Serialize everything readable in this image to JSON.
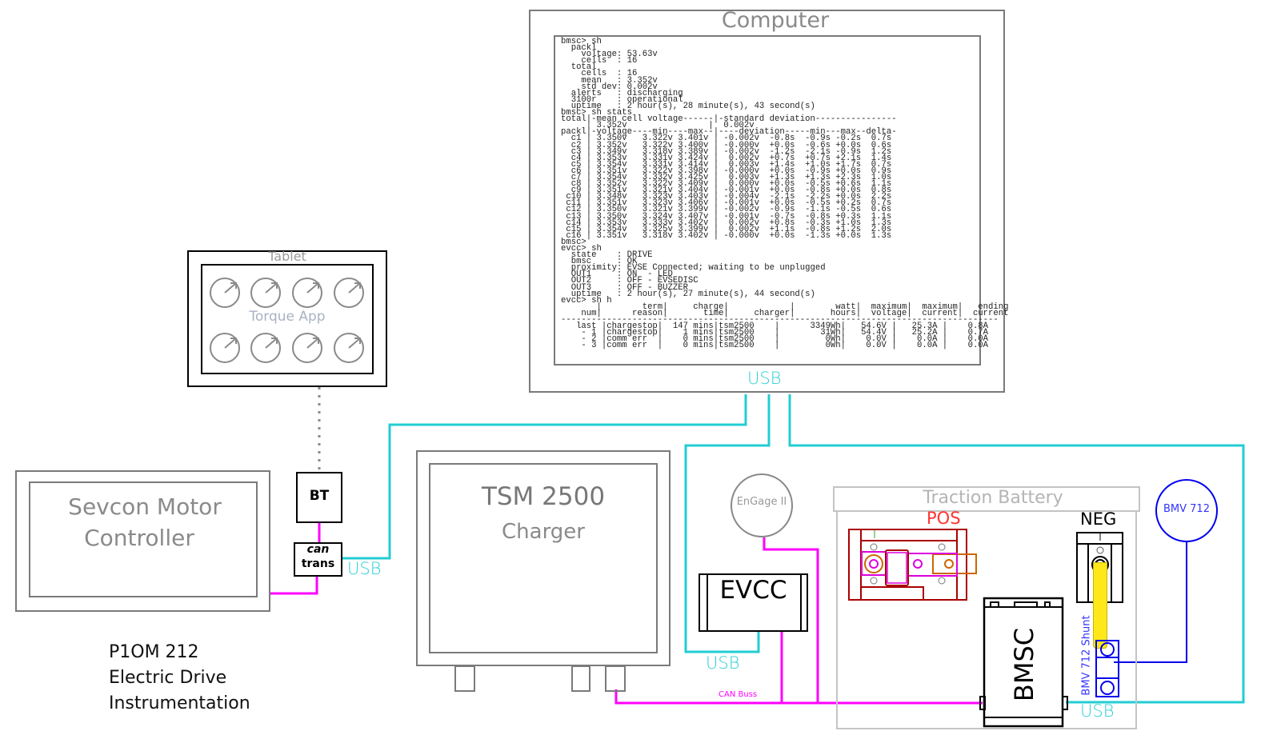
{
  "diagram_title": [
    "P1OM 212",
    "Electric Drive",
    "Instrumentation"
  ],
  "computer": {
    "title": "Computer",
    "terminal": {
      "bmsc_sh": {
        "prompt": "bmsc> sh",
        "pack_name": "packl",
        "pack_voltage": "53.63v",
        "pack_cells": "16",
        "total_cells": "16",
        "total_mean": "3.352v",
        "total_std_dev": "0.002v",
        "alerts": "discharging",
        "module_3100r": "operational",
        "uptime": "2 hour(s), 28 minute(s), 43 second(s)"
      },
      "bmsc_sh_stats": {
        "prompt": "bmsc> sh stats",
        "total_mean_cell_voltage": "3.352v",
        "total_standard_deviation": "0.002v",
        "columns": [
          "voltage",
          "min",
          "max",
          "deviation",
          "min",
          "max",
          "delta"
        ],
        "cells": [
          {
            "id": "c1",
            "voltage": "3.350v",
            "min": "3.322v",
            "max": "3.401v",
            "dev": "-0.002v",
            "dev_t": "-0.8s",
            "min_t": "-0.9s",
            "max_t": "-0.2s",
            "delta": "0.7s"
          },
          {
            "id": "c2",
            "voltage": "3.352v",
            "min": "3.322v",
            "max": "3.400v",
            "dev": "-0.000v",
            "dev_t": "+0.0s",
            "min_t": "-0.6s",
            "max_t": "+0.0s",
            "delta": "0.6s"
          },
          {
            "id": "c3",
            "voltage": "3.349v",
            "min": "3.318v",
            "max": "3.389v",
            "dev": "-0.002v",
            "dev_t": "-1.2s",
            "min_t": "-2.1s",
            "max_t": "-0.9s",
            "delta": "1.2s"
          },
          {
            "id": "c4",
            "voltage": "3.353v",
            "min": "3.331v",
            "max": "3.424v",
            "dev": "0.002v",
            "dev_t": "+0.7s",
            "min_t": "+0.7s",
            "max_t": "+2.1s",
            "delta": "1.4s"
          },
          {
            "id": "c5",
            "voltage": "3.354v",
            "min": "3.331v",
            "max": "3.414v",
            "dev": "0.003v",
            "dev_t": "+1.4s",
            "min_t": "+1.0s",
            "max_t": "+1.7s",
            "delta": "0.7s"
          },
          {
            "id": "c6",
            "voltage": "3.351v",
            "min": "3.322v",
            "max": "3.398v",
            "dev": "-0.000v",
            "dev_t": "+0.0s",
            "min_t": "-0.9s",
            "max_t": "+0.0s",
            "delta": "0.9s"
          },
          {
            "id": "c7",
            "voltage": "3.354v",
            "min": "3.332v",
            "max": "3.425v",
            "dev": "0.003v",
            "dev_t": "+1.3s",
            "min_t": "+1.3s",
            "max_t": "+2.3s",
            "delta": "1.0s"
          },
          {
            "id": "c8",
            "voltage": "3.352v",
            "min": "3.322v",
            "max": "3.409v",
            "dev": "0.000v",
            "dev_t": "+0.0s",
            "min_t": "-0.5s",
            "max_t": "+0.6s",
            "delta": "1.1s"
          },
          {
            "id": "c9",
            "voltage": "3.351v",
            "min": "3.321v",
            "max": "3.404v",
            "dev": "-0.001v",
            "dev_t": "+0.0s",
            "min_t": "-0.8s",
            "max_t": "+0.0s",
            "delta": "0.8s"
          },
          {
            "id": "c10",
            "voltage": "3.348v",
            "min": "3.323v",
            "max": "3.403v",
            "dev": "-0.004v",
            "dev_t": "-2.1s",
            "min_t": "-2.2s",
            "max_t": "+0.0s",
            "delta": "2.2s"
          },
          {
            "id": "c11",
            "voltage": "3.351v",
            "min": "3.323v",
            "max": "3.406v",
            "dev": "-0.001v",
            "dev_t": "+0.0s",
            "min_t": "-0.5s",
            "max_t": "+0.2s",
            "delta": "0.7s"
          },
          {
            "id": "c12",
            "voltage": "3.350v",
            "min": "3.321v",
            "max": "3.399v",
            "dev": "-0.002v",
            "dev_t": "-0.9s",
            "min_t": "-1.1s",
            "max_t": "-0.5s",
            "delta": "0.6s"
          },
          {
            "id": "c13",
            "voltage": "3.350v",
            "min": "3.324v",
            "max": "3.407v",
            "dev": "-0.001v",
            "dev_t": "-0.7s",
            "min_t": "-0.8s",
            "max_t": "+0.3s",
            "delta": "1.1s"
          },
          {
            "id": "c14",
            "voltage": "3.353v",
            "min": "3.333v",
            "max": "3.402v",
            "dev": "0.002v",
            "dev_t": "+0.8s",
            "min_t": "-0.3s",
            "max_t": "+1.0s",
            "delta": "1.3s"
          },
          {
            "id": "c15",
            "voltage": "3.354v",
            "min": "3.325v",
            "max": "3.399v",
            "dev": "0.002v",
            "dev_t": "+1.1s",
            "min_t": "-0.8s",
            "max_t": "+1.2s",
            "delta": "2.0s"
          },
          {
            "id": "c16",
            "voltage": "3.351v",
            "min": "3.318v",
            "max": "3.402v",
            "dev": "-0.000v",
            "dev_t": "+0.0s",
            "min_t": "-1.3s",
            "max_t": "+0.0s",
            "delta": "1.3s"
          }
        ]
      },
      "bmsc_empty_prompt": "bmsc>",
      "evcc_sh": {
        "prompt": "evcc> sh",
        "state": "DRIVE",
        "bmsc": "OK",
        "proximity": "EVSE Connected; waiting to be unplugged",
        "out1": "ON  - LED",
        "out2": "OFF - EVSEDISC",
        "out3": "OFF - BUZZER",
        "uptime": "2 hour(s), 27 minute(s), 44 second(s)"
      },
      "evcc_sh_h": {
        "prompt": "evcc> sh h",
        "headers": [
          [
            "",
            "num"
          ],
          [
            "term",
            "reason"
          ],
          [
            "charge",
            "time"
          ],
          [
            "",
            "charger"
          ],
          [
            "watt",
            "hours"
          ],
          [
            "maximum",
            "voltage"
          ],
          [
            "maximum",
            "current"
          ],
          [
            "ending",
            "current"
          ]
        ],
        "rows": [
          {
            "num": "last",
            "reason": "chargestop",
            "time": "147 mins",
            "charger": "tsm2500",
            "wh": "3349Wh",
            "vmax": "54.6V",
            "imax": "25.3A",
            "iend": "0.8A"
          },
          {
            "num": "- 1",
            "reason": "chargestop",
            "time": "1 mins",
            "charger": "tsm2500",
            "wh": "31Wh",
            "vmax": "54.4V",
            "imax": "25.2A",
            "iend": "0.7A"
          },
          {
            "num": "- 2",
            "reason": "comm err",
            "time": "0 mins",
            "charger": "tsm2500",
            "wh": "0Wh",
            "vmax": "0.0V",
            "imax": "0.0A",
            "iend": "0.0A"
          },
          {
            "num": "- 3",
            "reason": "comm err",
            "time": "0 mins",
            "charger": "tsm2500",
            "wh": "0Wh",
            "vmax": "0.0V",
            "imax": "0.0A",
            "iend": "0.0A"
          }
        ]
      }
    }
  },
  "tablet": {
    "title": "Tablet",
    "app": "Torque App",
    "gauge_count": 8
  },
  "bt": {
    "label": "BT"
  },
  "can_trans": {
    "label_line1": "can",
    "label_line2": "trans"
  },
  "motor_controller": {
    "line1": "Sevcon Motor",
    "line2": "Controller"
  },
  "charger": {
    "line1": "TSM 2500",
    "line2": "Charger"
  },
  "engage": {
    "label": "EnGage II"
  },
  "evcc": {
    "label": "EVCC"
  },
  "battery": {
    "title": "Traction Battery",
    "pos": "POS",
    "neg": "NEG"
  },
  "bmsc": {
    "label": "BMSC"
  },
  "shunt": {
    "label": "BMV 712 Shunt"
  },
  "bmv": {
    "label": "BMV 712"
  },
  "connections": {
    "usb_computer": "USB",
    "usb_cantrans": "USB",
    "usb_evcc": "USB",
    "usb_bmsc": "USB",
    "can_bus": "CAN Buss"
  },
  "colors": {
    "usb": "#22cdd3",
    "can": "#ff00ff",
    "shunt": "#0000ee",
    "pos": "#aa0000",
    "pos_text": "#ff3333",
    "neg_bar": "#ffe81a",
    "box_gray": "#7a7a7a"
  }
}
